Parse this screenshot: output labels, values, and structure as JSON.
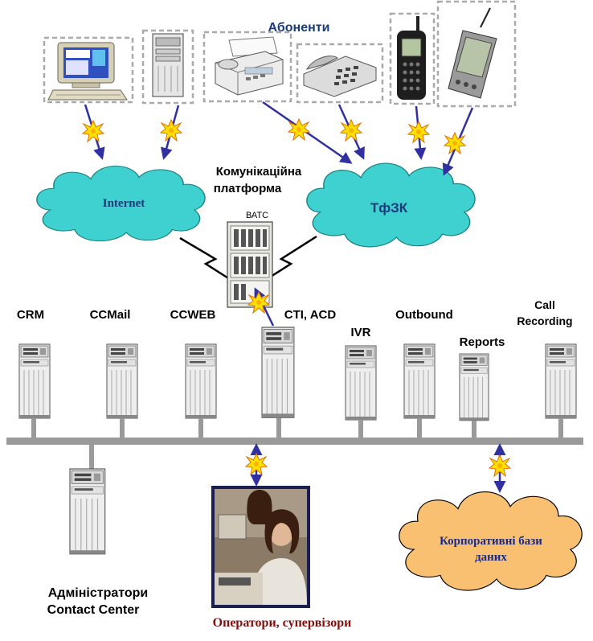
{
  "labels": {
    "subscribers": "Абоненти",
    "platform_line1": "Комунікаційна",
    "platform_line2": "платформа",
    "batc": "ВАТС",
    "internet": "Internet",
    "pstn": "ТфЗК",
    "crm": "CRM",
    "ccmail": "CCMail",
    "ccweb": "CCWEB",
    "cti_acd": "CTI, ACD",
    "ivr": "IVR",
    "outbound": "Outbound",
    "reports": "Reports",
    "call_line1": "Call",
    "call_line2": "Recording",
    "admins_line1": "Адміністратори",
    "admins_line2": "Contact Center",
    "operators": "Оператори, супервізори",
    "db_line1": "Корпоративні бази",
    "db_line2": "даних"
  },
  "colors": {
    "cloud_cyan": "#3fd0d0",
    "cloud_orange": "#f8c070",
    "link_blue": "#3030a0",
    "title_blue": "#1a3a7a",
    "operators_red": "#801010",
    "bus_gray": "#9a9a9a",
    "spark_yellow": "#ffe000"
  },
  "icons": [
    "desktop-pc-icon",
    "tower-pc-icon",
    "fax-icon",
    "desk-phone-icon",
    "mobile-phone-icon",
    "pda-icon",
    "server-icon",
    "spark-icon",
    "lightning-icon"
  ]
}
